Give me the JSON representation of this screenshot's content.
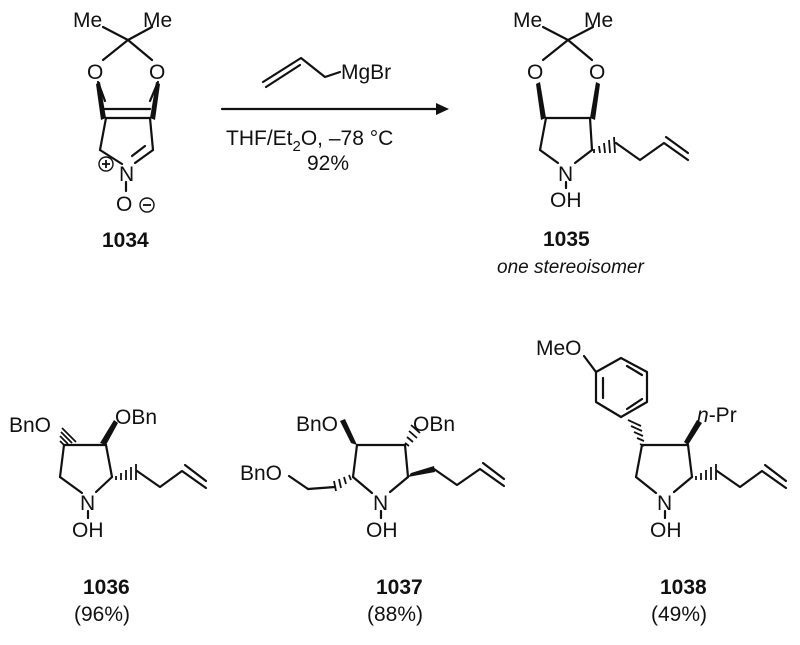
{
  "reaction": {
    "reagent_label": "MgBr",
    "conditions_pre": "THF/Et",
    "conditions_sub": "2",
    "conditions_post": "O, –78 °C",
    "yield": "92%"
  },
  "atoms": {
    "me": "Me",
    "o": "O",
    "n": "N",
    "oh": "OH",
    "obn": "OBn",
    "bno": "BnO",
    "meo": "MeO",
    "n_italic": "n",
    "pr": "-Pr"
  },
  "compounds": [
    {
      "id": "1034",
      "caption": ""
    },
    {
      "id": "1035",
      "caption": "one stereoisomer"
    },
    {
      "id": "1036",
      "caption": "(96%)"
    },
    {
      "id": "1037",
      "caption": "(88%)"
    },
    {
      "id": "1038",
      "caption": "(49%)"
    }
  ]
}
